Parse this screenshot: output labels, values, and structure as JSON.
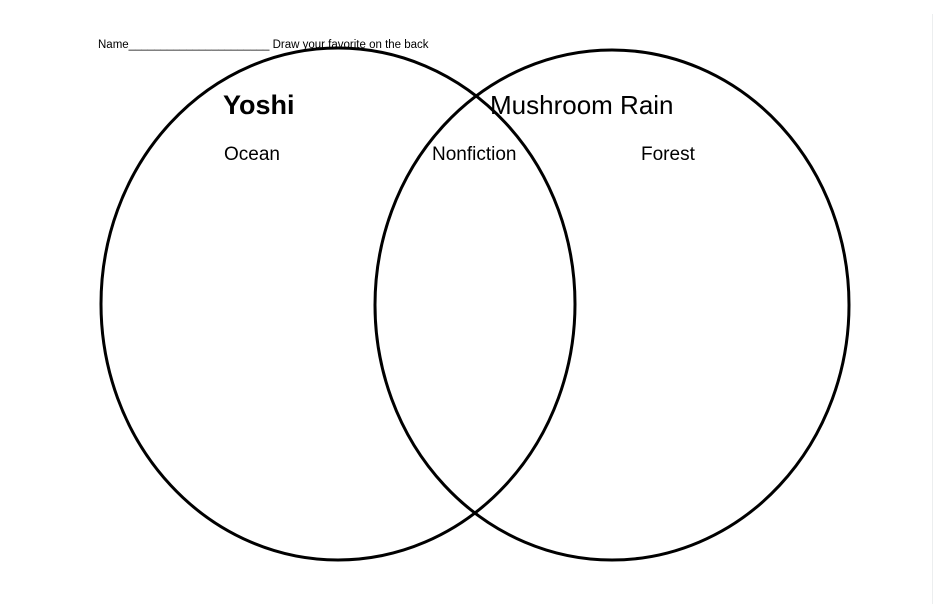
{
  "worksheet": {
    "header": "Name______________________ Draw your favorite on the back",
    "left_title": "Yoshi",
    "right_title": "Mushroom Rain",
    "left_label": "Ocean",
    "overlap_label": "Nonfiction",
    "right_label": "Forest"
  }
}
